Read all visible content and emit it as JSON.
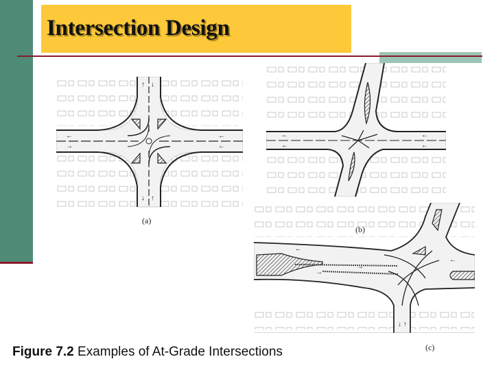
{
  "slide": {
    "title": "Intersection Design",
    "colors": {
      "left_bar": "#4e8c78",
      "title_box": "#fdc93a",
      "rule": "#8b1a2b",
      "accent_band": "#9cc4b4"
    }
  },
  "figures": [
    {
      "id": "a",
      "label": "(a)",
      "description": "Four-leg intersection with channelizing islands"
    },
    {
      "id": "b",
      "label": "(b)",
      "description": "Skewed four-leg intersection with median islands"
    },
    {
      "id": "c",
      "label": "(c)",
      "description": "Multi-leg intersection with divided approaches"
    }
  ],
  "caption": {
    "figure_number": "Figure 7.2",
    "text": " Examples of At-Grade Intersections"
  }
}
